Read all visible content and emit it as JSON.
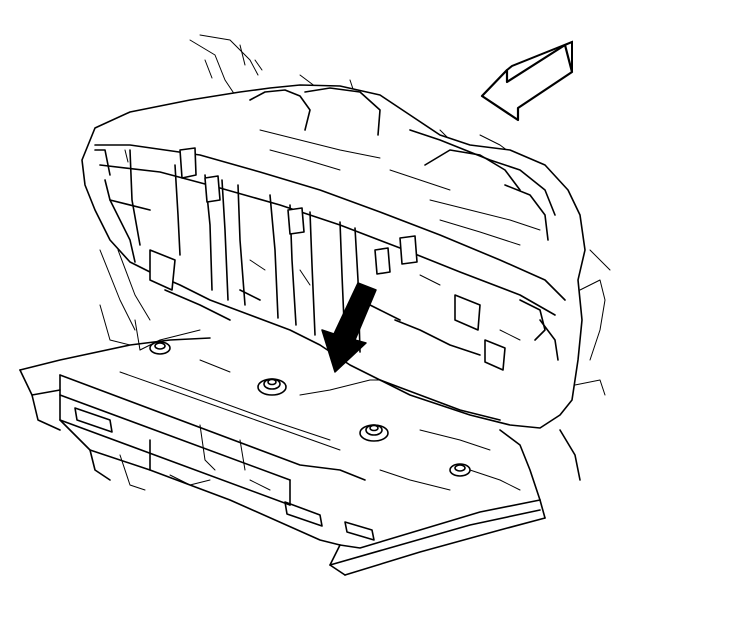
{
  "figure": {
    "subject": "seat-cushion-removal-illustration",
    "line_color": "#000000",
    "background_color": "#ffffff",
    "indicators": [
      {
        "name": "direction-arrow-hollow",
        "style": "outline",
        "points_toward": "lower-left"
      },
      {
        "name": "direction-arrow-solid",
        "style": "filled",
        "points_toward": "down-left"
      }
    ],
    "fastener_count": 4
  }
}
